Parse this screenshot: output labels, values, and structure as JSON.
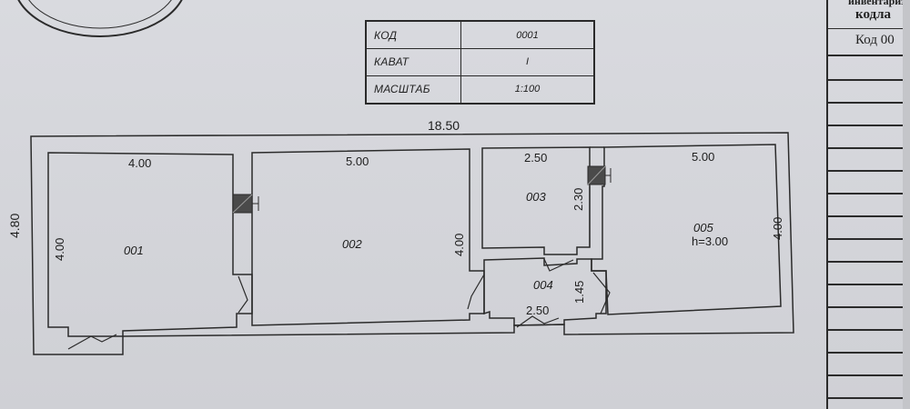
{
  "info_table": {
    "rows": [
      {
        "key": "КОД",
        "value": "0001"
      },
      {
        "key": "КАВАТ",
        "value": "I"
      },
      {
        "key": "МАСШТАБ",
        "value": "1:100"
      }
    ]
  },
  "plan": {
    "overall_width": "18.50",
    "overall_height": "4.80",
    "dims": {
      "r001_width": "4.00",
      "r001_height": "4.00",
      "r002_width": "5.00",
      "r002_height": "4.00",
      "r003_width": "2.50",
      "r003_height": "2.30",
      "r004_width": "2.50",
      "r004_height": "1.45",
      "r005_width": "5.00",
      "r005_height": "4.00"
    },
    "rooms": {
      "r001": "001",
      "r002": "002",
      "r003": "003",
      "r004": "004",
      "r005": "005",
      "r005_note": "h=3.00"
    }
  },
  "sidebar": {
    "text_top": "инвентаризация",
    "text_mid": "кодла",
    "text_code": "Код 00"
  }
}
